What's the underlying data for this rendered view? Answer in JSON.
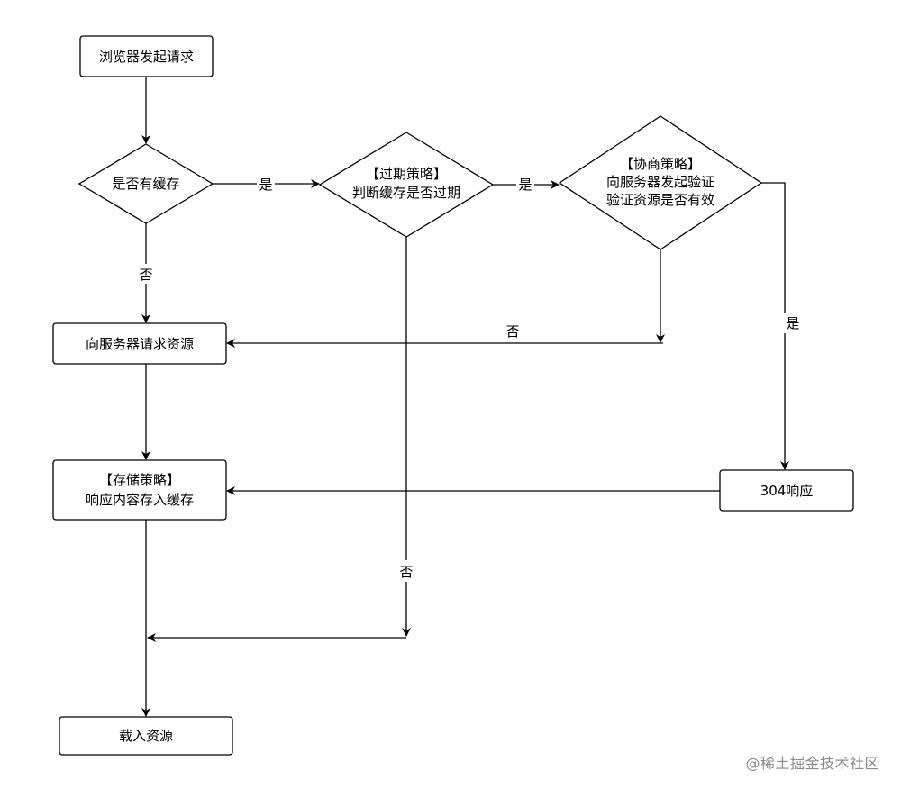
{
  "nodes": {
    "browser_request": "浏览器发起请求",
    "has_cache": "是否有缓存",
    "expiry_policy_title": "【过期策略】",
    "expiry_policy_line": "判断缓存是否过期",
    "negotiation_title": "【协商策略】",
    "negotiation_line1": "向服务器发起验证",
    "negotiation_line2": "验证资源是否有效",
    "request_server": "向服务器请求资源",
    "storage_title": "【存储策略】",
    "storage_line": "响应内容存入缓存",
    "response_304": "304响应",
    "load_resource": "载入资源"
  },
  "edge_labels": {
    "yes": "是",
    "no": "否"
  },
  "watermark": "@稀土掘金技术社区"
}
